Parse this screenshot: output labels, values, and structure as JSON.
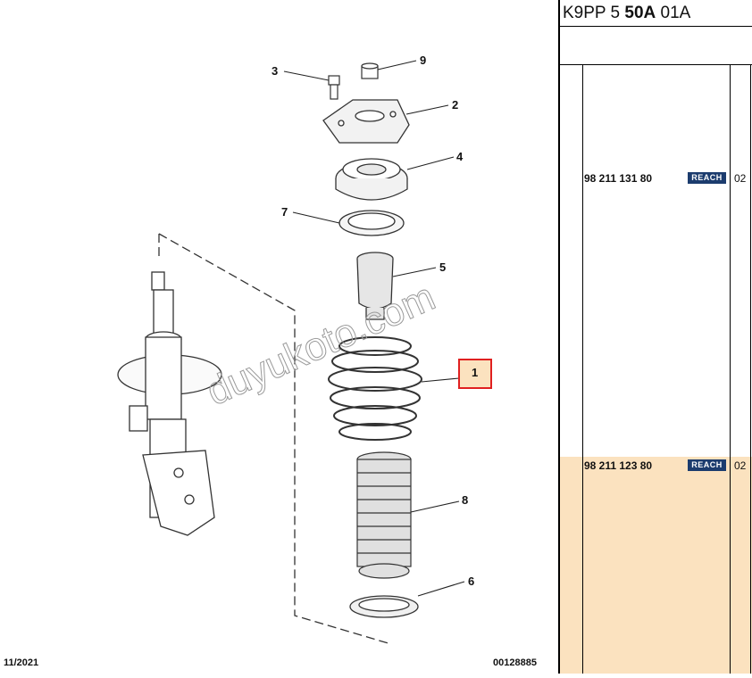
{
  "diagram": {
    "callouts": [
      {
        "id": "3",
        "label": "3"
      },
      {
        "id": "9",
        "label": "9"
      },
      {
        "id": "2",
        "label": "2"
      },
      {
        "id": "4",
        "label": "4"
      },
      {
        "id": "7",
        "label": "7"
      },
      {
        "id": "5",
        "label": "5"
      },
      {
        "id": "1",
        "label": "1"
      },
      {
        "id": "8",
        "label": "8"
      },
      {
        "id": "6",
        "label": "6"
      }
    ],
    "watermark": "duyukoto.com",
    "date": "11/2021",
    "ref": "00128885"
  },
  "panel": {
    "code_prefix": "K9PP 5 ",
    "code_bold": "50A",
    "code_suffix": " 01A",
    "rows": [
      {
        "part_no": "98 211 131 80",
        "badge": "REACH",
        "qty": "02",
        "highlight": false
      },
      {
        "part_no": "98 211 123 80",
        "badge": "REACH",
        "qty": "02",
        "highlight": true
      }
    ],
    "colors": {
      "highlight": "#fbe2bf",
      "badge": "#1c3c6e",
      "callout_box": "#e02020",
      "callout_fill": "#fbe2bf"
    }
  }
}
